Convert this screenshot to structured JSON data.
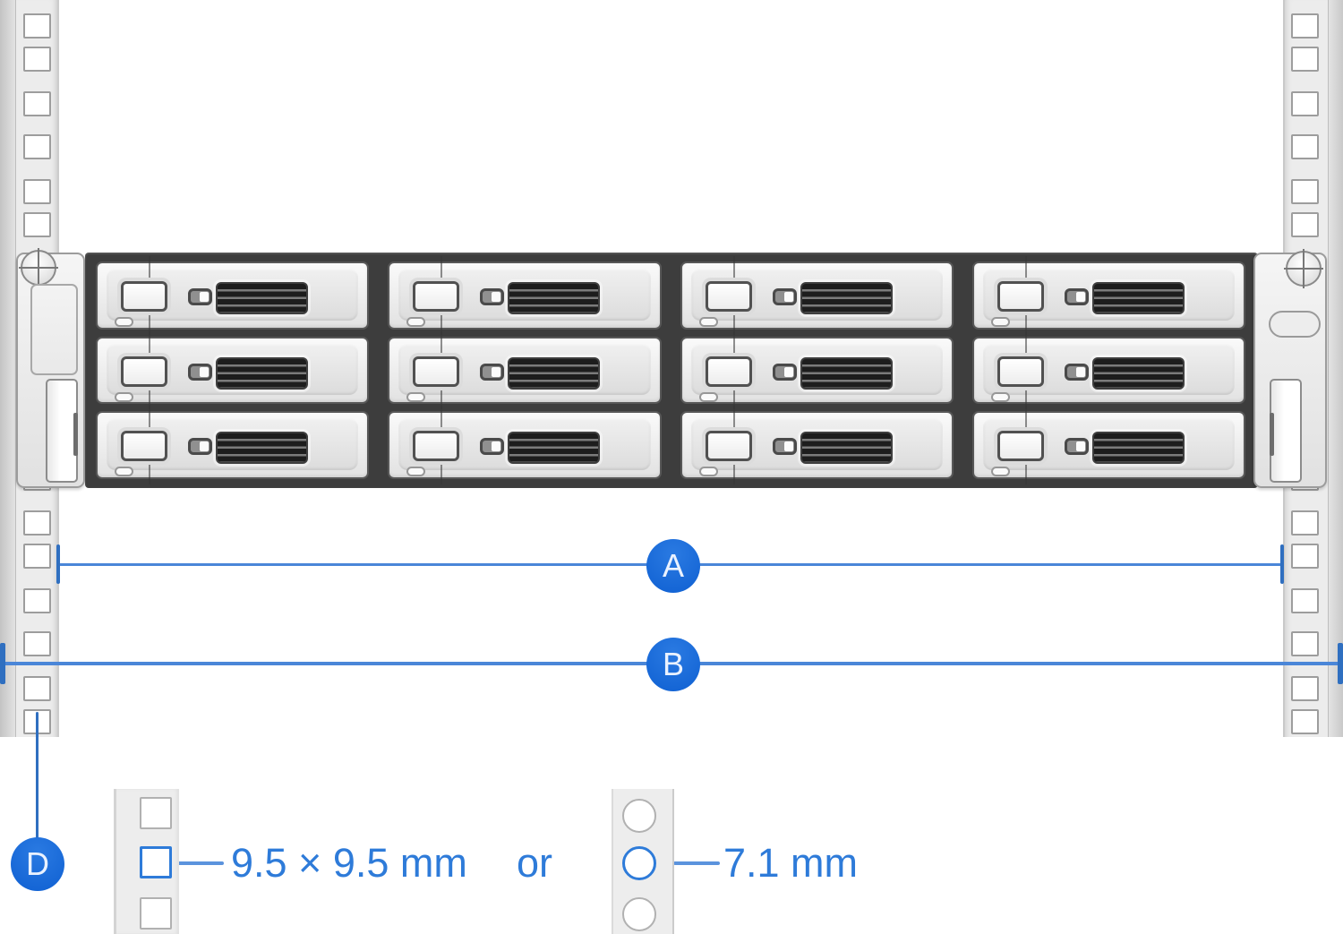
{
  "figure": {
    "title": "Rack mounting hole diagram",
    "dimension_a": {
      "label": "A"
    },
    "dimension_b": {
      "label": "B"
    },
    "dimension_d": {
      "label": "D"
    },
    "hole_spec": {
      "square_hole_size": "9.5 × 9.5 mm",
      "conjunction": "or",
      "round_hole_size": "7.1 mm"
    },
    "device": {
      "bay_columns": 4,
      "bay_rows": 3,
      "bay_count": 12
    }
  },
  "colors": {
    "accent_blue": "#1266d9",
    "dim_line_blue": "#4a86d8",
    "tick_blue": "#2f6fc0",
    "note_text_blue": "#2e7bd9"
  }
}
